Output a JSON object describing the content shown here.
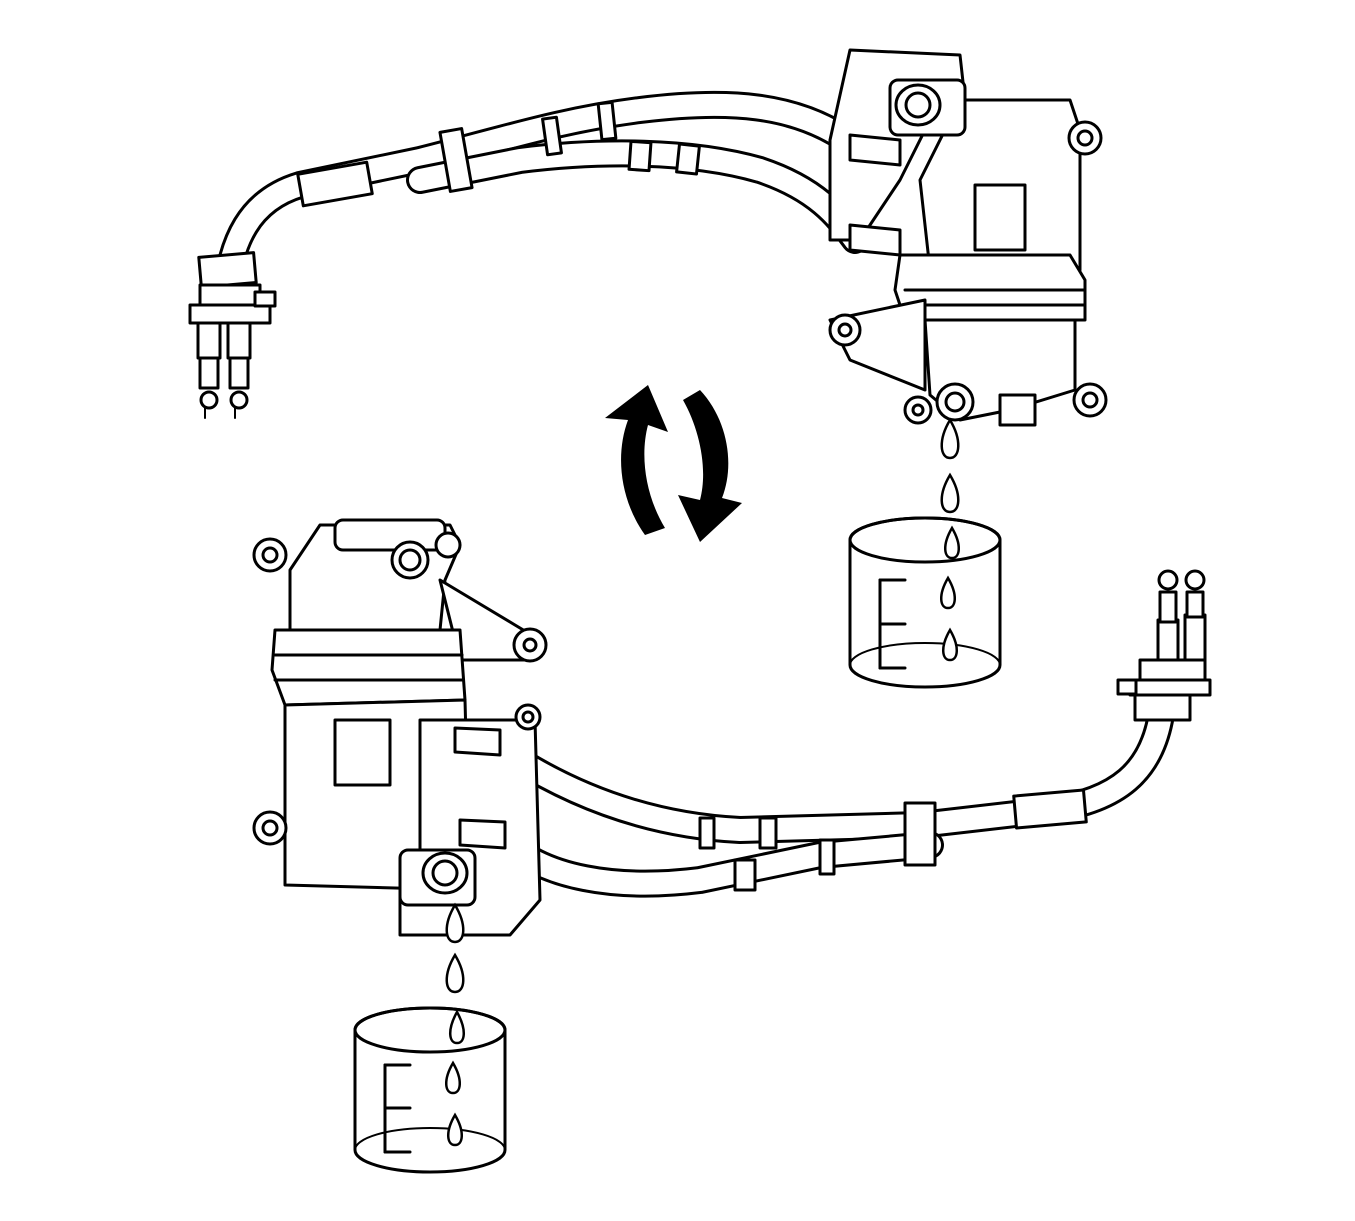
{
  "figure": {
    "subject": "ac-compressor-oil-draining-diagram",
    "colors": {
      "line": "#000000",
      "fill": "#ffffff"
    },
    "icons": [
      "rotate-arrows-icon",
      "oil-drop-icon",
      "measuring-cup-icon"
    ],
    "measuring_cups": [
      {
        "tick_marks": 3,
        "drops": 3
      },
      {
        "tick_marks": 3,
        "drops": 3
      }
    ]
  }
}
